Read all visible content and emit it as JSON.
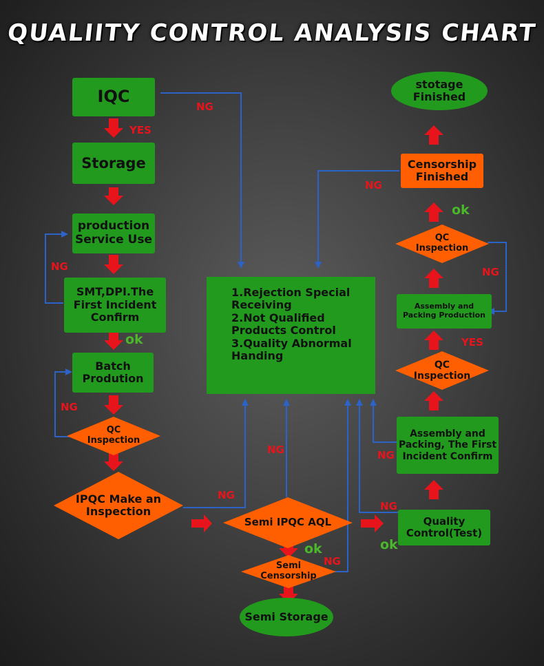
{
  "title": "QUALIITY CONTROL ANALYSIS CHART",
  "colors": {
    "box_green": "#229a1e",
    "box_orange": "#ff5f00",
    "arrow_red": "#e8141c",
    "connector_blue": "#2b63c9",
    "label_ng": "#e8141c",
    "label_ok": "#4bb82c"
  },
  "nodes": {
    "iqc": "IQC",
    "storage": "Storage",
    "production_service_use": [
      "production",
      "Service Use"
    ],
    "smt_dpi": [
      "SMT,DPI.The",
      "First Incident",
      "Confirm"
    ],
    "batch_production": [
      "Batch",
      "Prodution"
    ],
    "qc_inspection_left": [
      "QC",
      "Inspection"
    ],
    "ipqc_make_inspection": [
      "IPQC Make an",
      "Inspection"
    ],
    "semi_ipqc_aql": "Semi IPQC AQL",
    "semi_censorship": [
      "Semi",
      "Censorship"
    ],
    "semi_storage": "Semi Storage",
    "quality_control_test": [
      "Quality",
      "Control(Test)"
    ],
    "assembly_first_confirm": [
      "Assembly and",
      "Packing, The First",
      "Incident Confirm"
    ],
    "qc_inspection_right_lower": [
      "QC",
      "Inspection"
    ],
    "assembly_packing_production": [
      "Assembly and",
      "Packing Production"
    ],
    "qc_inspection_right_upper": [
      "QC",
      "Inspection"
    ],
    "censorship_finished": [
      "Censorship",
      "Finished"
    ],
    "storage_finished": [
      "stotage",
      "Finished"
    ],
    "center_box": [
      "1.Rejection Special",
      "Receiving",
      "2.Not Qualified",
      "Products Control",
      "3.Quality Abnormal",
      "Handing"
    ]
  },
  "labels": {
    "ng": "NG",
    "yes": "YES",
    "ok": "ok"
  }
}
